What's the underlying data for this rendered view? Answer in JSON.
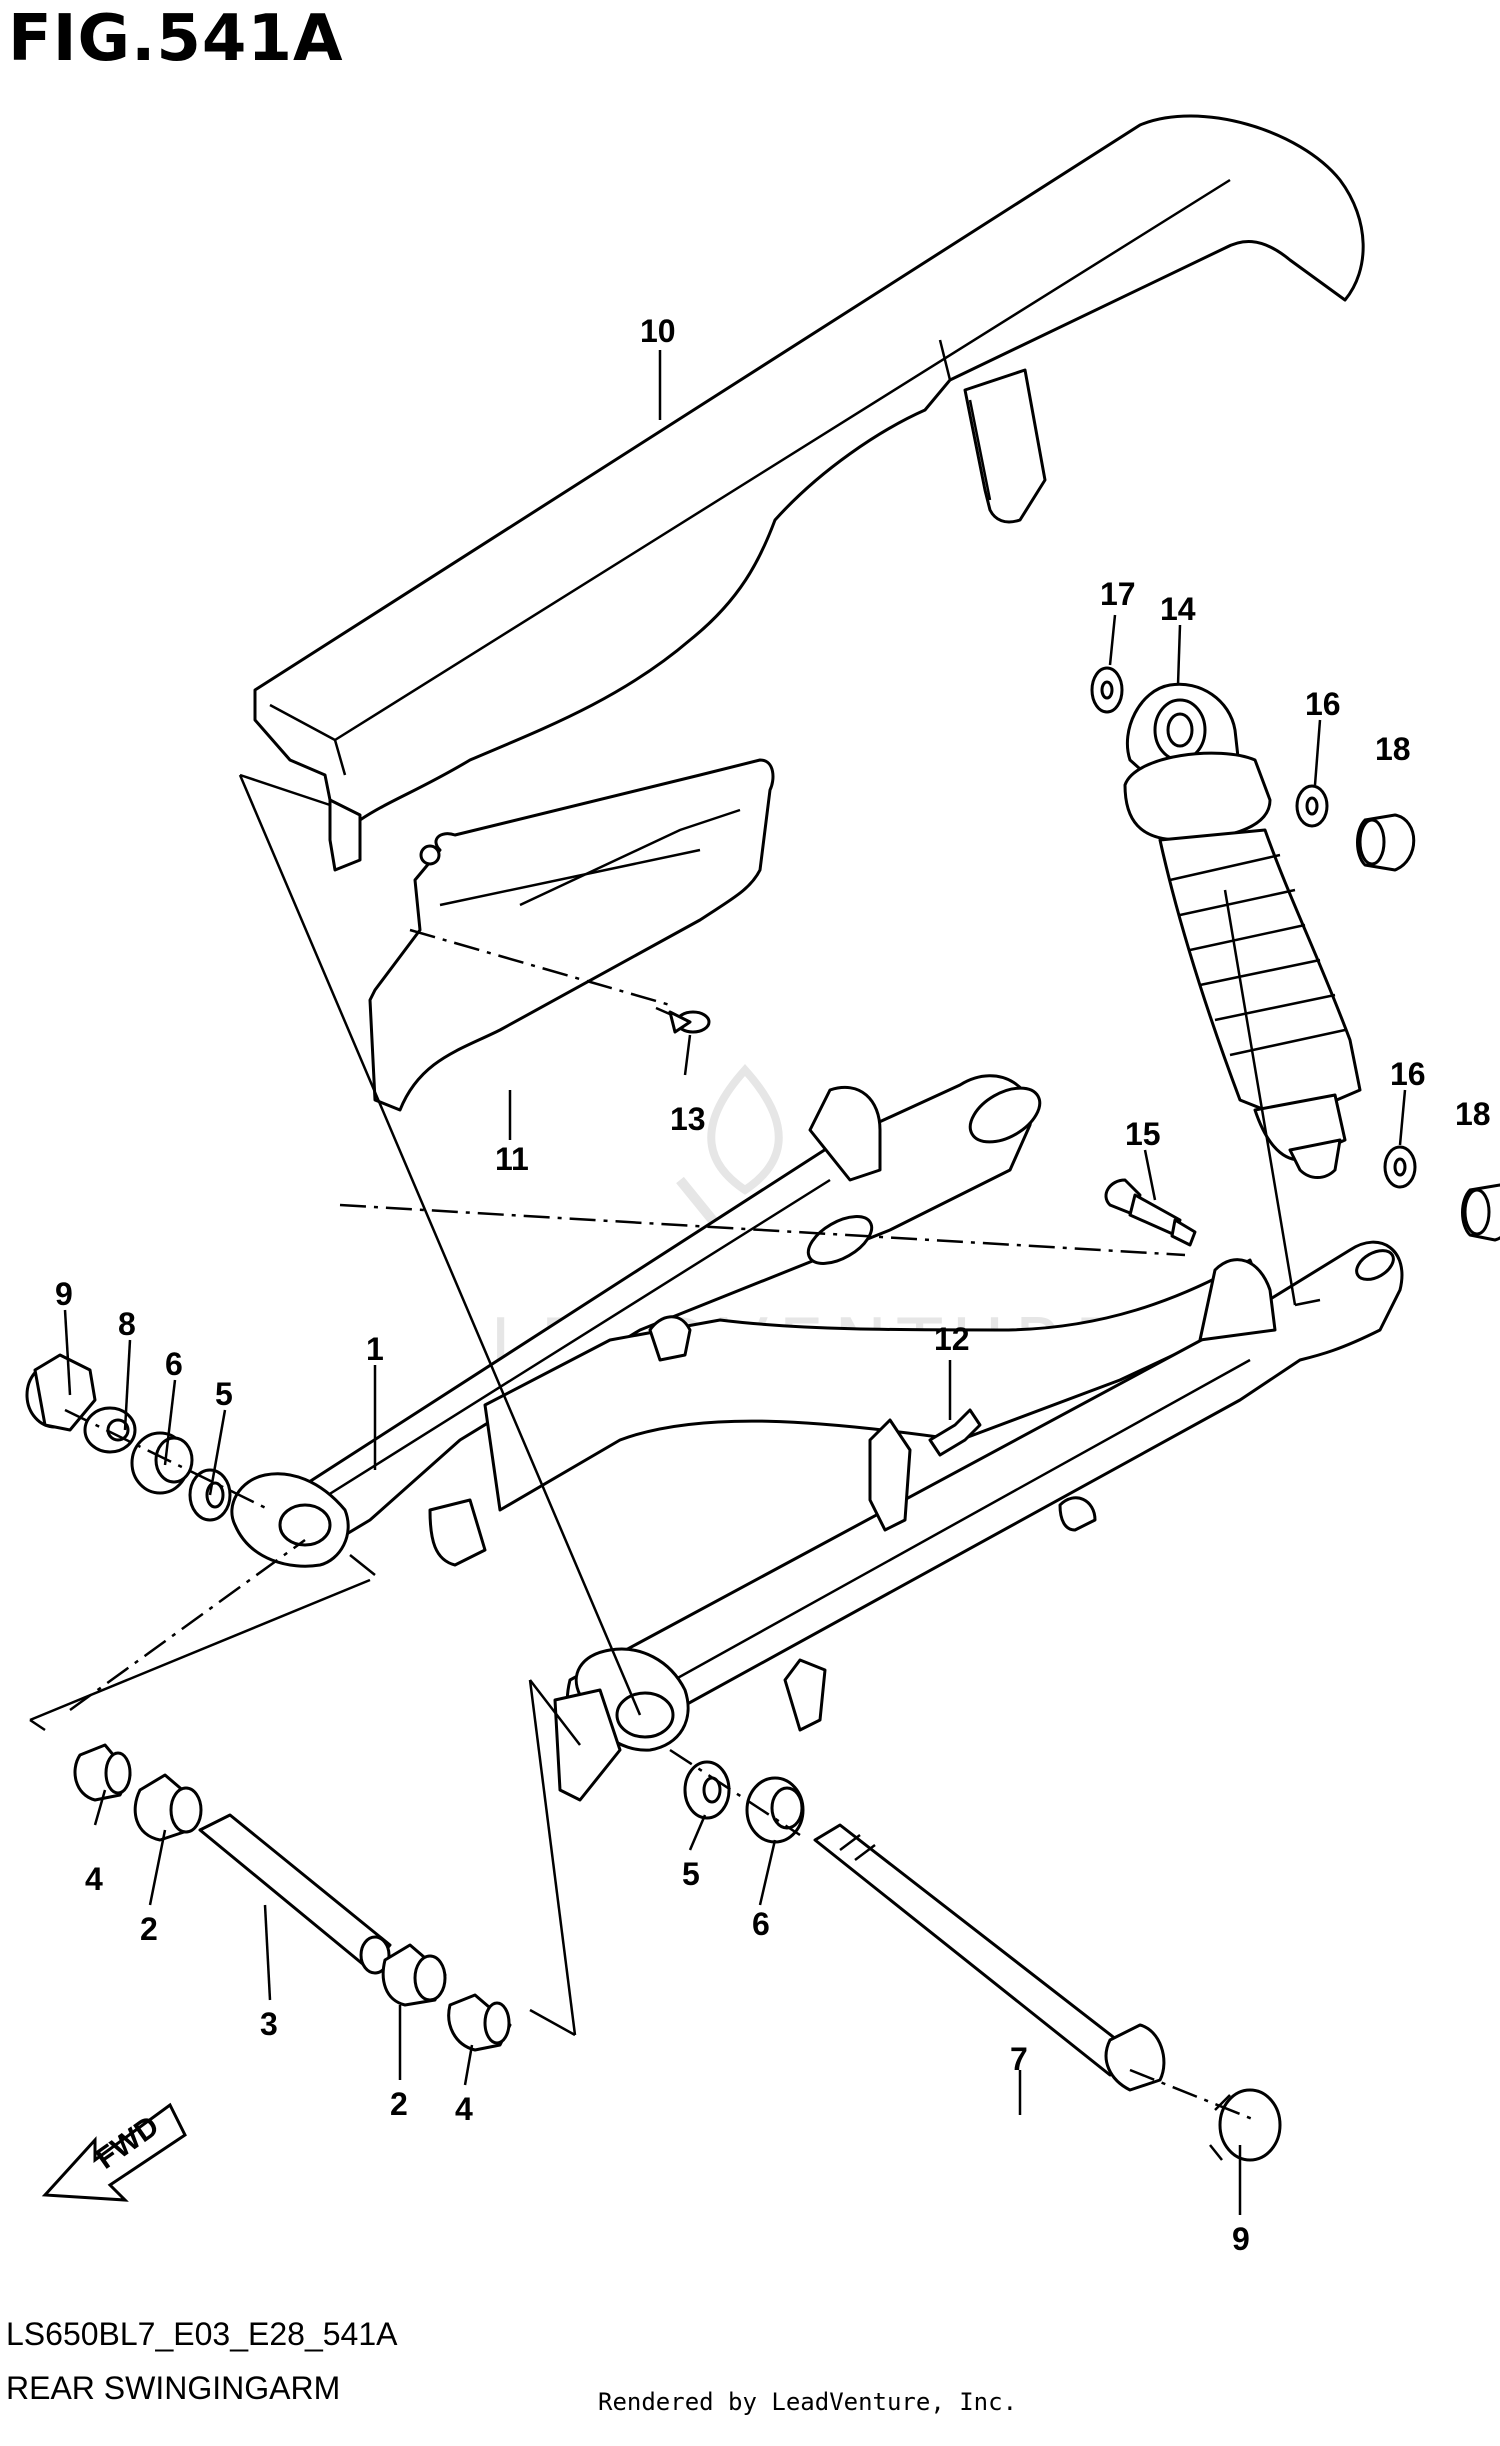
{
  "figure": {
    "title": "FIG.541A",
    "code": "LS650BL7_E03_E28_541A",
    "name": "REAR SWINGINGARM",
    "rendered_by": "Rendered by LeadVenture, Inc.",
    "watermark": "LEADVENTURE"
  },
  "callouts": {
    "c1": "1",
    "c2a": "2",
    "c2b": "2",
    "c3": "3",
    "c4a": "4",
    "c4b": "4",
    "c5a": "5",
    "c5b": "5",
    "c6a": "6",
    "c6b": "6",
    "c7": "7",
    "c8": "8",
    "c9a": "9",
    "c9b": "9",
    "c10": "10",
    "c11": "11",
    "c12": "12",
    "c13": "13",
    "c14": "14",
    "c15": "15",
    "c16a": "16",
    "c16b": "16",
    "c17": "17",
    "c18a": "18",
    "c18b": "18"
  },
  "fwd": "FWD"
}
